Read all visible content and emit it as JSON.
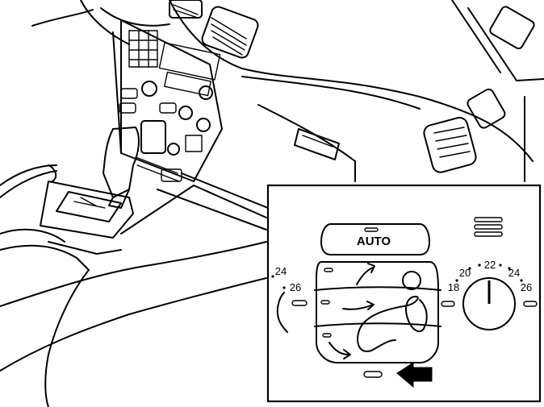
{
  "panel": {
    "auto_label": "AUTO",
    "left_dial_marks": [
      "24",
      "26"
    ],
    "right_dial_marks": [
      "18",
      "20",
      "22",
      "24",
      "26"
    ]
  }
}
